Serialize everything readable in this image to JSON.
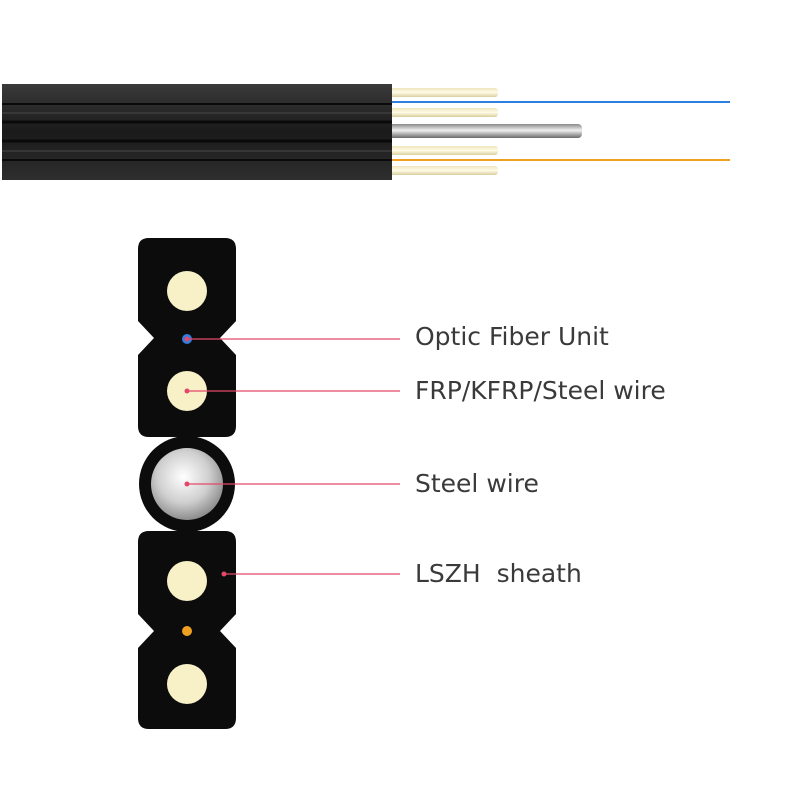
{
  "labels": [
    "Optic Fiber Unit",
    "FRP/KFRP/Steel wire",
    "Steel wire",
    "LSZH  sheath"
  ],
  "colors": {
    "sheath": "#1b1b1b",
    "frp": "#f8f1c8",
    "fiber_blue": "#2e7fe0",
    "fiber_orange": "#f0a020",
    "leader": "#e4476a",
    "text": "#3a3a3a"
  }
}
